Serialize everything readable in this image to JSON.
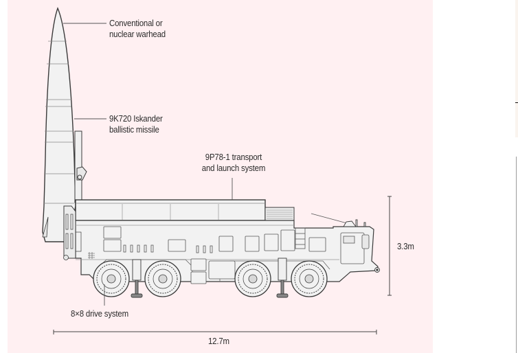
{
  "labels": {
    "warhead_line1": "Conventional or",
    "warhead_line2": "nuclear warhead",
    "missile_line1": "9K720 Iskander",
    "missile_line2": "ballistic missile",
    "launcher_line1": "9P78-1 transport",
    "launcher_line2": "and launch system",
    "drive": "8×8 drive system"
  },
  "dimensions": {
    "height": "3.3m",
    "length": "12.7m"
  },
  "colors": {
    "panel_background": "#fff0f2",
    "body_fill": "#f2f2f2",
    "outline": "#3a3a3a",
    "leader": "#555555"
  }
}
